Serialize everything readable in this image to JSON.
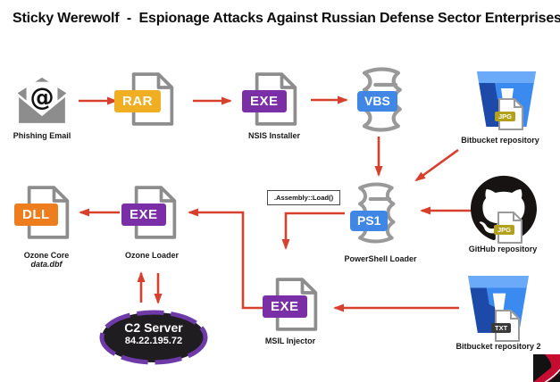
{
  "title": "Sticky Werewolf  -  Espionage Attacks Against Russian Defense Sector Enterprises",
  "colors": {
    "arrow": "#d8402e",
    "icon_gray": "#8d8d8d",
    "icon_gray2": "#999999",
    "badge_purple": "#7b2fa6",
    "badge_amber": "#f0ae22",
    "badge_blue": "#4086e4",
    "badge_orange": "#ee7d1d",
    "badge_olive": "#b3a11c",
    "badge_dark": "#3a3a3a",
    "bucket_blue": "#3b8af0",
    "bucket_dark": "#1d49a8",
    "bucket_light": "#6aaaf8",
    "github_black": "#161312",
    "c2_fill": "#1f1d1f",
    "c2_border": "#6e3aa8",
    "logo_red": "#c60c30"
  },
  "nodes": {
    "phishing_email": {
      "label": "Phishing Email"
    },
    "rar_archive": {
      "badge": "RAR"
    },
    "nsis_installer": {
      "badge": "EXE",
      "label": "NSIS Installer"
    },
    "vbs_script": {
      "badge": "VBS"
    },
    "bitbucket_repo_1": {
      "label": "Bitbucket repository",
      "file_badge": "JPG"
    },
    "ozone_core": {
      "badge": "DLL",
      "label": "Ozone Core",
      "sublabel": "data.dbf"
    },
    "ozone_loader": {
      "badge": "EXE",
      "label": "Ozone Loader"
    },
    "assembly_load_note": {
      "label": ".Assembly::Load()"
    },
    "powershell_loader": {
      "badge": "PS1",
      "label": "PowerShell Loader"
    },
    "github_repo": {
      "label": "GitHub repository",
      "file_badge": "JPG"
    },
    "c2_server": {
      "name": "C2 Server",
      "ip": "84.22.195.72"
    },
    "msil_injector": {
      "badge": "EXE",
      "label": "MSIL Injector"
    },
    "bitbucket_repo_2": {
      "label": "Bitbucket repository 2",
      "file_badge": "TXT"
    }
  }
}
